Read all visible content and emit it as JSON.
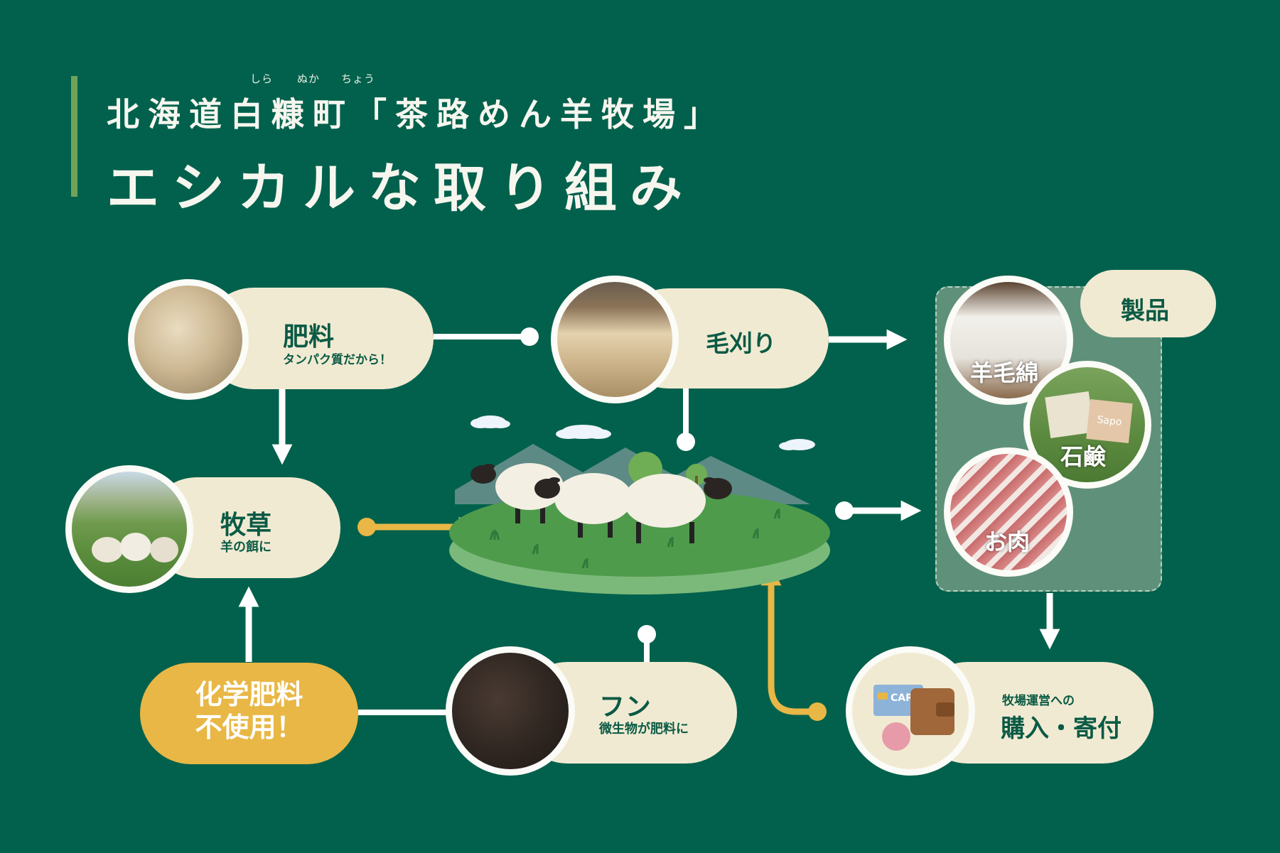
{
  "header": {
    "ruby": [
      "しら",
      "ぬか",
      "ちょう"
    ],
    "line1": "北海道白糠町「茶路めん羊牧場」",
    "line2": "エシカルな取り組み"
  },
  "nodes": {
    "fertilizer": {
      "title": "肥料",
      "sub": "タンパク質だから！"
    },
    "shearing": {
      "title": "毛刈り"
    },
    "pasture": {
      "title": "牧草",
      "sub": "羊の餌に"
    },
    "dung": {
      "title": "フン",
      "sub": "微生物が肥料に"
    },
    "no_chem": {
      "line1": "化学肥料",
      "line2": "不使用！"
    },
    "purchase": {
      "sub": "牧場運営への",
      "title": "購入・寄付"
    }
  },
  "products": {
    "heading": "製品",
    "items": [
      "羊毛綿",
      "石鹸",
      "お肉"
    ],
    "soap_stamp": "Sapo"
  },
  "purchase_icon": {
    "card_text": "CARD"
  },
  "colors": {
    "background": "#02614c",
    "pill": "#f1ead2",
    "accent_yellow": "#e8b745",
    "text_green": "#0a5a45",
    "panel": "#5f917a"
  }
}
